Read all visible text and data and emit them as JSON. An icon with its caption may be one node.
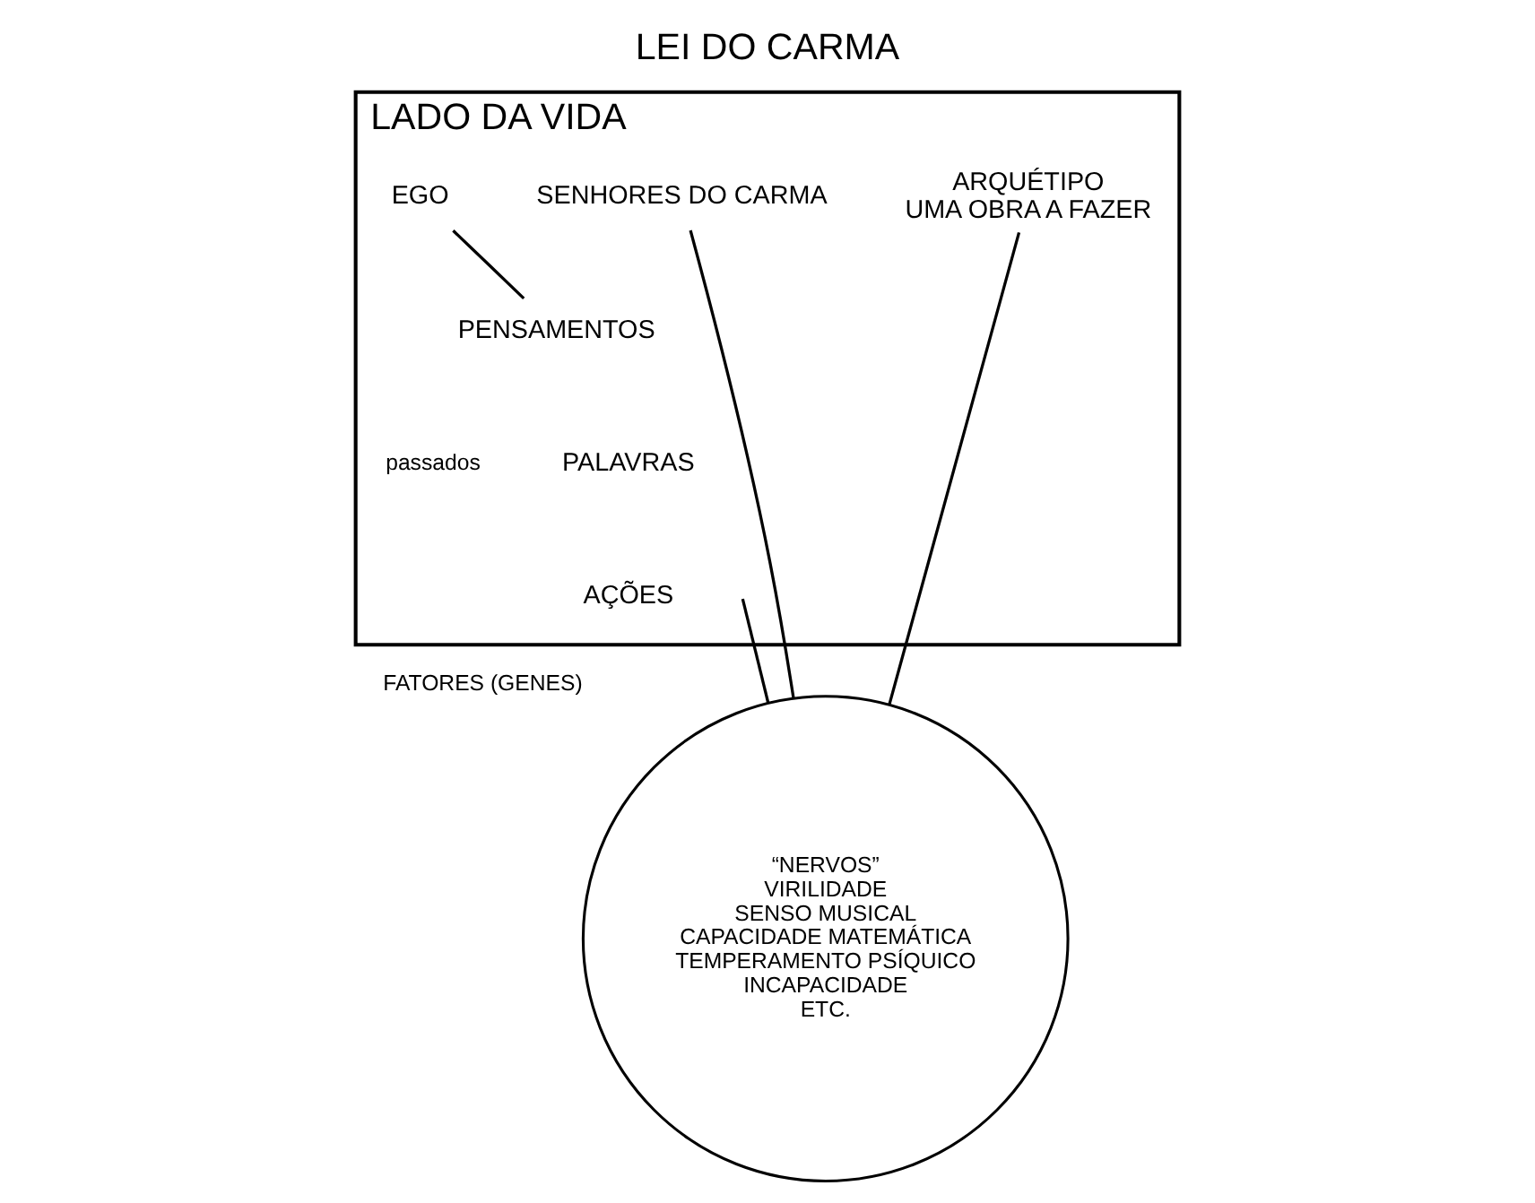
{
  "diagram": {
    "title": "LEI DO CARMA",
    "nodes": [
      {
        "text": [
          "LADO DA VIDA"
        ]
      },
      {
        "text": [
          "EGO"
        ],
        "in": 0
      },
      {
        "text": [
          "PENSAMENTOS"
        ],
        "in": 0
      },
      {
        "text": [
          "PALAVRAS"
        ],
        "in": 0
      },
      {
        "text": [
          "AÇÕES"
        ],
        "in": 0
      },
      {
        "text": [
          "SENHORES DO CARMA"
        ],
        "in": 0
      },
      {
        "text": [
          "ARQUÉTIPO",
          "UMA OBRA A FAZER"
        ],
        "in": 0
      },
      {
        "text": [
          "“NERVOS”",
          "VIRILIDADE",
          "SENSO MUSICAL",
          "CAPACIDADE MATEMÁTICA",
          "TEMPERAMENTO PSÍQUICO",
          "INCAPACIDADE",
          "ETC."
        ],
        "beside": [
          "FATORES (GENES)"
        ]
      }
    ],
    "edges": [
      {
        "from": 1,
        "to": 2,
        "arrow": "none"
      },
      {
        "from": null,
        "to": 7,
        "arrow": "none"
      },
      {
        "from": 5,
        "to": 7,
        "arrow": "none"
      },
      {
        "from": 6,
        "to": 7,
        "arrow": "none"
      }
    ],
    "labels": [
      "passados"
    ]
  }
}
